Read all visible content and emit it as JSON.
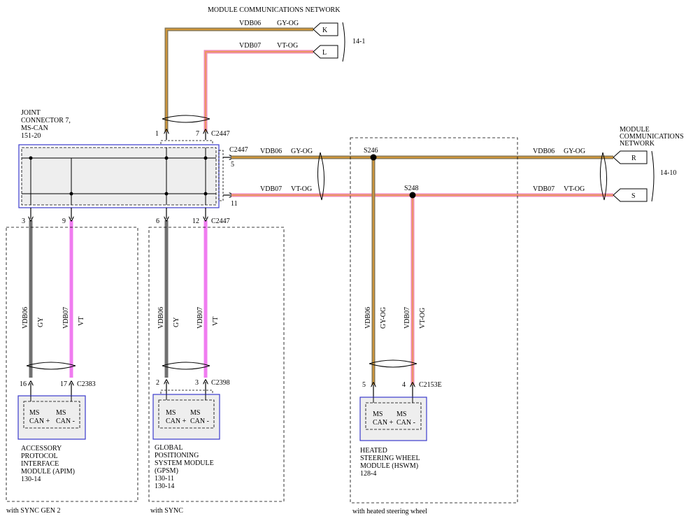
{
  "title": "MODULE COMMUNICATIONS NETWORK",
  "colors": {
    "wire_gy": "#7a7a7a",
    "wire_vt": "#f07cf0",
    "wire_gy_og": "#8a7a55",
    "wire_gy_og_stripe": "#e8a030",
    "wire_vt_og": "#f08ab4",
    "wire_vt_og_stripe": "#e8a030",
    "module_border": "#3a3acc",
    "module_fill": "#eeeeee"
  },
  "top": {
    "vdb06": "VDB06",
    "gy_og": "GY-OG",
    "vdb07": "VDB07",
    "vt_og": "VT-OG",
    "k": "K",
    "l": "L",
    "ref": "14-1"
  },
  "right": {
    "title_line1": "MODULE",
    "title_line2": "COMMUNICATIONS",
    "title_line3": "NETWORK",
    "vdb06": "VDB06",
    "gy_og": "GY-OG",
    "vdb07": "VDB07",
    "vt_og": "VT-OG",
    "r": "R",
    "s": "S",
    "ref": "14-10"
  },
  "joint": {
    "line1": "JOINT",
    "line2": "CONNECTOR 7,",
    "line3": "MS-CAN",
    "line4": "151-20",
    "pin1": "1",
    "pin7": "7",
    "c2447_top": "C2447",
    "c2447_right": "C2447",
    "pin5": "5",
    "pin11": "11",
    "pin3": "3",
    "pin9": "9",
    "pin6": "6",
    "pin12": "12",
    "c2447_bottom": "C2447"
  },
  "mid": {
    "vdb06": "VDB06",
    "gy_og": "GY-OG",
    "vdb07": "VDB07",
    "vt_og": "VT-OG",
    "s246": "S246",
    "s248": "S248"
  },
  "apim": {
    "vdb06": "VDB06",
    "gy": "GY",
    "vdb07": "VDB07",
    "vt": "VT",
    "pin16": "16",
    "pin17": "17",
    "connector": "C2383",
    "ms": "MS",
    "can_plus": "CAN +",
    "ms2": "MS",
    "can_minus": "CAN -",
    "name1": "ACCESSORY",
    "name2": "PROTOCOL",
    "name3": "INTERFACE",
    "name4": "MODULE (APIM)",
    "ref": "130-14",
    "option": "with SYNC GEN 2"
  },
  "gpsm": {
    "vdb06": "VDB06",
    "gy": "GY",
    "vdb07": "VDB07",
    "vt": "VT",
    "pin2": "2",
    "pin3": "3",
    "connector": "C2398",
    "ms": "MS",
    "can_plus": "CAN +",
    "ms2": "MS",
    "can_minus": "CAN -",
    "name1": "GLOBAL",
    "name2": "POSITIONING",
    "name3": "SYSTEM MODULE",
    "name4": "(GPSM)",
    "ref1": "130-11",
    "ref2": "130-14",
    "option": "with SYNC"
  },
  "hswm": {
    "vdb06": "VDB06",
    "gy_og": "GY-OG",
    "vdb07": "VDB07",
    "vt_og": "VT-OG",
    "pin5": "5",
    "pin4": "4",
    "connector": "C2153E",
    "ms": "MS",
    "can_plus": "CAN +",
    "ms2": "MS",
    "can_minus": "CAN -",
    "name1": "HEATED",
    "name2": "STEERING WHEEL",
    "name3": "MODULE (HSWM)",
    "ref": "128-4",
    "option": "with heated steering wheel"
  }
}
